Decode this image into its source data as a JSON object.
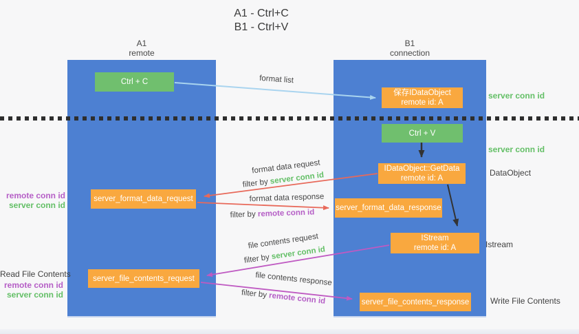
{
  "title": {
    "line1": "A1 - Ctrl+C",
    "line2": "B1 - Ctrl+V"
  },
  "columns": {
    "a1": {
      "title": "A1",
      "subtitle": "remote"
    },
    "b1": {
      "title": "B1",
      "subtitle": "connection"
    }
  },
  "nodes": {
    "ctrl_c": {
      "label": "Ctrl + C"
    },
    "save_dataobject": {
      "line1": "保存IDataObject",
      "line2": "remote id: A"
    },
    "ctrl_v": {
      "label": "Ctrl + V"
    },
    "getdata": {
      "line1": "IDataObject::GetData",
      "line2": "remote id: A"
    },
    "format_request": {
      "label": "server_format_data_request"
    },
    "format_response": {
      "label": "server_format_data_response"
    },
    "istream": {
      "line1": "IStream",
      "line2": "remote id: A"
    },
    "file_request": {
      "label": "server_file_contents_request"
    },
    "file_response": {
      "label": "server_file_contents_response"
    }
  },
  "edges": {
    "format_list": {
      "label": "format list"
    },
    "format_data_request": {
      "label": "format data request",
      "filter_prefix": "filter by ",
      "filter_key": "server conn id"
    },
    "format_data_response": {
      "label": "format data response",
      "filter_prefix": "filter by ",
      "filter_key": "remote conn id"
    },
    "file_contents_request": {
      "label": "file contents request",
      "filter_prefix": "filter by ",
      "filter_key": "server conn id"
    },
    "file_contents_response": {
      "label": "file contents response",
      "filter_prefix": "filter by ",
      "filter_key": "remote conn id"
    }
  },
  "side_labels": {
    "right_server_conn_top": "server conn id",
    "right_server_conn_mid": "server conn id",
    "right_dataobject": "DataObject",
    "right_istream": "Istream",
    "right_write_file_contents": "Write File Contents",
    "left_remote_conn_top": "remote conn id",
    "left_server_conn_top": "server conn id",
    "left_read_file_contents": "Read File Contents",
    "left_remote_conn_bottom": "remote conn id",
    "left_server_conn_bottom": "server conn id"
  },
  "colors": {
    "lifeline_blue": "#4d80d2",
    "box_green": "#70bf6e",
    "box_orange": "#f9a83f",
    "arrow_blue": "#a9d4ef",
    "arrow_red": "#e8695a",
    "arrow_magenta": "#bf5ac2",
    "arrow_black": "#333333",
    "text_green": "#63bf66",
    "text_purple": "#b55ec6",
    "text_dark": "#454545"
  }
}
